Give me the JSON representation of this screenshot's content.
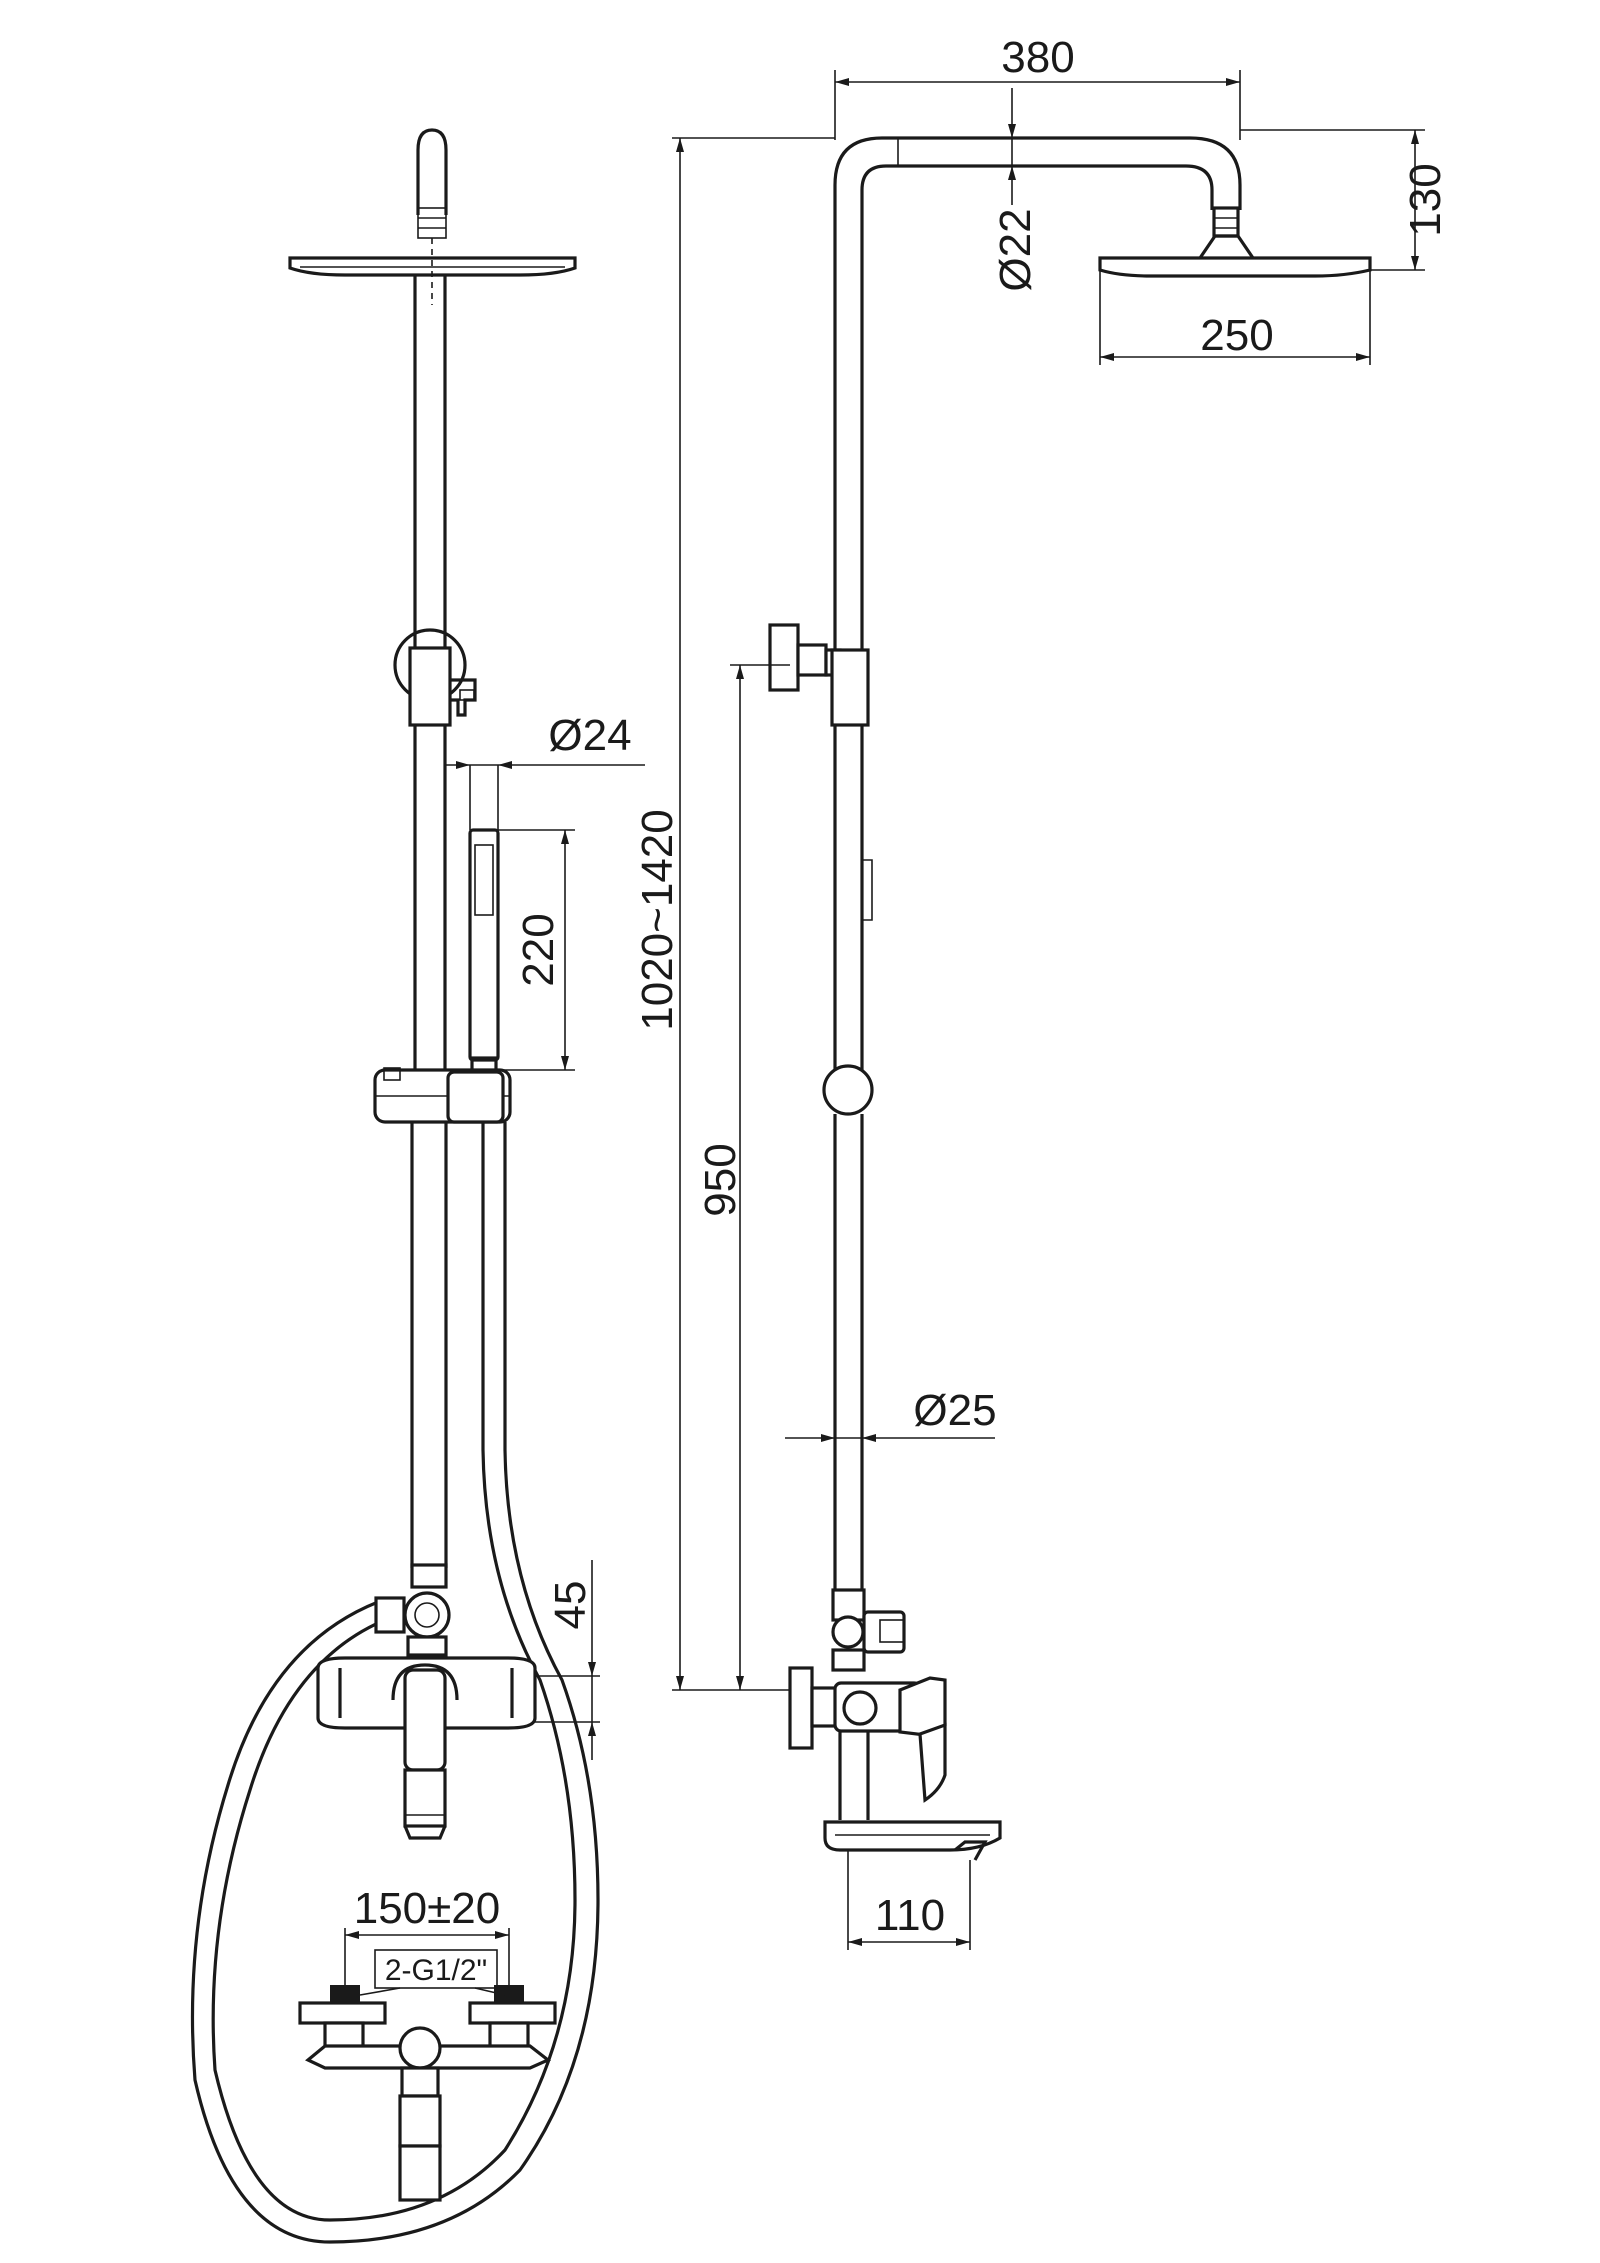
{
  "dimensions": {
    "rain_arm_length": "380",
    "head_height": "130",
    "arm_diameter": "Ø22",
    "head_diameter": "250",
    "total_height": "1020~1420",
    "riser_diameter": "Ø24",
    "handshower_length": "220",
    "outlet_height": "950",
    "lower_pipe_diameter": "Ø25",
    "diverter_offset": "45",
    "spout_projection": "110",
    "inlet_centers": "150±20",
    "inlet_thread": "2-G1/2\""
  },
  "colors": {
    "line": "#1a1a1a",
    "background": "#ffffff"
  }
}
